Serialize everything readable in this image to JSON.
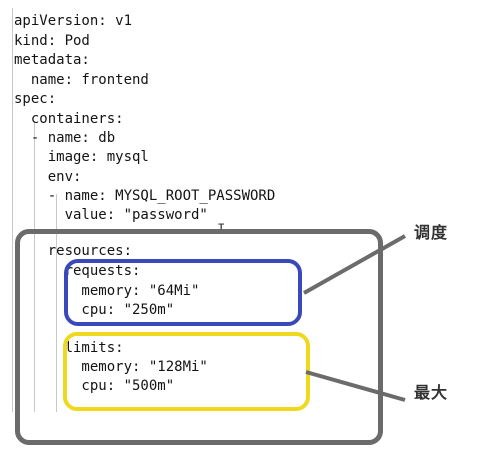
{
  "code_lines": [
    "apiVersion: v1",
    "kind: Pod",
    "metadata:",
    "  name: frontend",
    "spec:",
    "  containers:",
    "  - name: db",
    "    image: mysql",
    "    env:",
    "    - name: MYSQL_ROOT_PASSWORD",
    "      value: \"password\"",
    "",
    "    resources:",
    "      requests:",
    "        memory: \"64Mi\"",
    "        cpu: \"250m\"",
    "",
    "      limits:",
    "        memory: \"128Mi\"",
    "        cpu: \"500m\""
  ],
  "annotations": {
    "scheduling_label": "调度",
    "max_label": "最大"
  },
  "colors": {
    "gray_box": "#6b6b6b",
    "blue_box": "#3a49b8",
    "yellow_box": "#f0d81e"
  },
  "cursor_icon": "text-cursor-icon"
}
